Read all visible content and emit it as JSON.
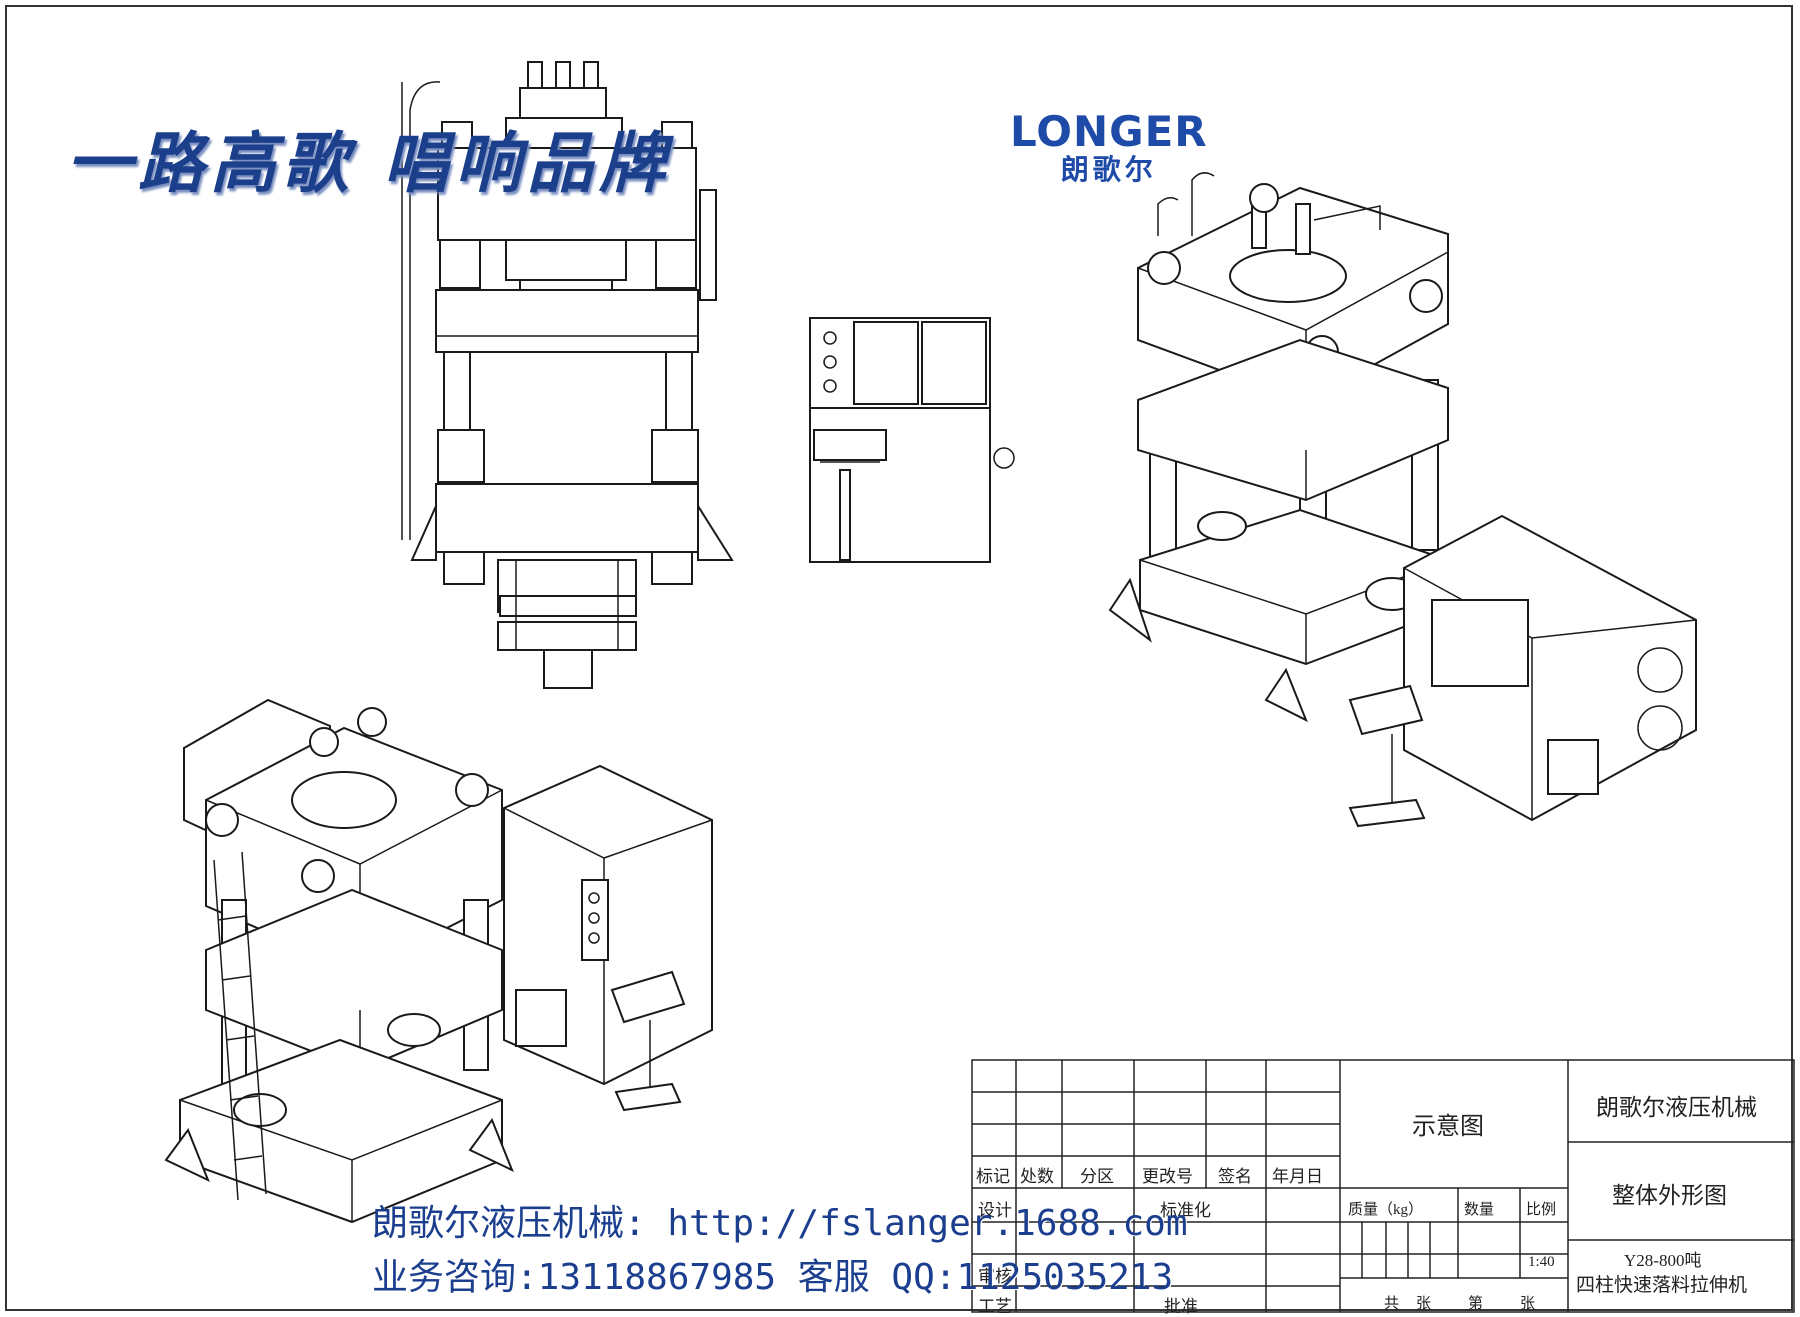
{
  "slogan": "一路高歌 唱响品牌",
  "logo": {
    "en": "LONGER",
    "cn": "朗歌尔"
  },
  "watermark": {
    "line1": "朗歌尔液压机械: http://fslanger.1688.com",
    "line2": "业务咨询:13118867985  客服 QQ:1125035213"
  },
  "title_block": {
    "company": "朗歌尔液压机械",
    "drawing_type": "示意图",
    "drawing_name": "整体外形图",
    "model": "Y28-800吨",
    "product": "四柱快速落料拉伸机",
    "scale": "1:40",
    "headers": [
      "标记",
      "处数",
      "分区",
      "更改号",
      "签名",
      "年月日"
    ],
    "design": "设计",
    "standardize": "标准化",
    "review": "审核",
    "process": "工艺",
    "approve": "批准",
    "mass": "质量（kg）",
    "quantity": "数量",
    "ratio": "比例",
    "sheets": [
      "共",
      "张",
      "第",
      "张"
    ]
  },
  "colors": {
    "slogan": "#1c3f8c",
    "logo": "#1e4aa8",
    "lines": "#1a1a1a"
  }
}
